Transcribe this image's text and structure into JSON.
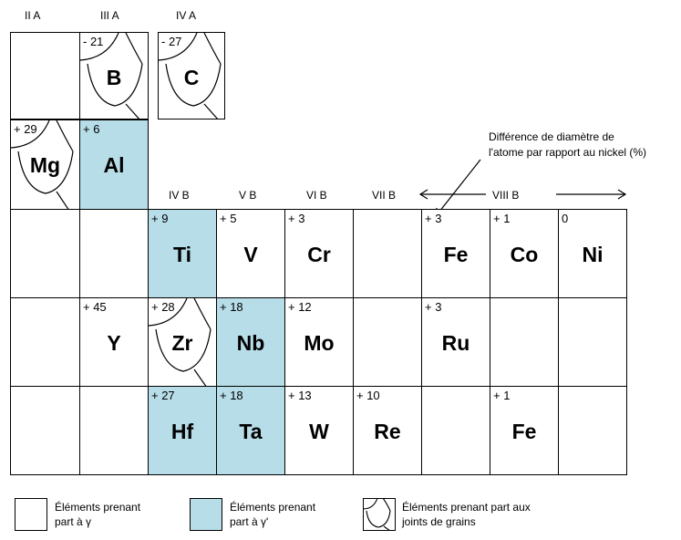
{
  "groups_top": {
    "iia": "II A",
    "iiia": "III A",
    "iva": "IV A"
  },
  "groups_mid": {
    "ivb": "IV B",
    "vb": "V B",
    "vib": "VI B",
    "viib": "VII B",
    "viiib": "VIII B"
  },
  "annotation": {
    "line1": "Différence de diamètre de",
    "line2": "l'atome par rapport au nickel (%)"
  },
  "cells": {
    "B": {
      "num": "- 21",
      "sym": "B"
    },
    "C": {
      "num": "- 27",
      "sym": "C"
    },
    "Mg": {
      "num": "+ 29",
      "sym": "Mg"
    },
    "Al": {
      "num": "+ 6",
      "sym": "Al"
    },
    "Ti": {
      "num": "+ 9",
      "sym": "Ti"
    },
    "V": {
      "num": "+ 5",
      "sym": "V"
    },
    "Cr": {
      "num": "+ 3",
      "sym": "Cr"
    },
    "Fe": {
      "num": "+ 3",
      "sym": "Fe"
    },
    "Co": {
      "num": "+ 1",
      "sym": "Co"
    },
    "Ni": {
      "num": "0",
      "sym": "Ni"
    },
    "Y": {
      "num": "+ 45",
      "sym": "Y"
    },
    "Zr": {
      "num": "+ 28",
      "sym": "Zr"
    },
    "Nb": {
      "num": "+ 18",
      "sym": "Nb"
    },
    "Mo": {
      "num": "+ 12",
      "sym": "Mo"
    },
    "Ru": {
      "num": "+ 3",
      "sym": "Ru"
    },
    "Hf": {
      "num": "+ 27",
      "sym": "Hf"
    },
    "Ta": {
      "num": "+ 18",
      "sym": "Ta"
    },
    "W": {
      "num": "+ 13",
      "sym": "W"
    },
    "Re": {
      "num": "+ 10",
      "sym": "Re"
    },
    "Fe2": {
      "num": "+ 1",
      "sym": "Fe"
    }
  },
  "legend": {
    "gamma": {
      "line1": "Éléments prenant",
      "line2": "part à γ"
    },
    "gamma_prime": {
      "line1": "Éléments prenant",
      "line2": "part à γ'"
    },
    "grain": {
      "line1": "Éléments prenant part aux",
      "line2": "joints de grains"
    }
  },
  "colors": {
    "gamma_prime_fill": "#b7dde8",
    "line": "#000000"
  }
}
